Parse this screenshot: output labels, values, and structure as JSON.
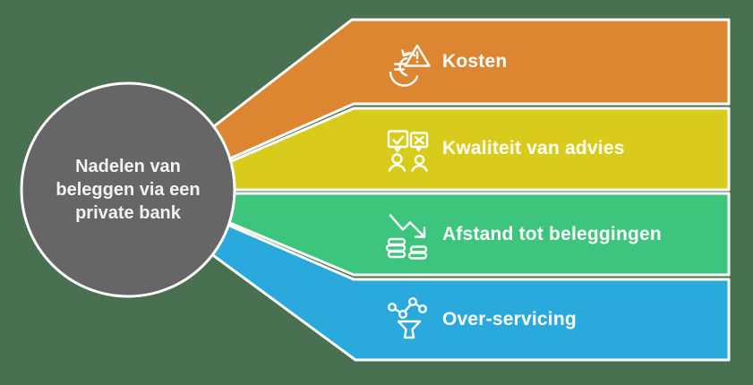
{
  "canvas": {
    "background_color": "#497051"
  },
  "center_node": {
    "label": "Nadelen van beleggen via een private bank",
    "fill_color": "#666666",
    "text_color": "#f2f2f2"
  },
  "bands": [
    {
      "label": "Kosten",
      "color": "#dc8632",
      "icon": "euro-warning-icon"
    },
    {
      "label": "Kwaliteit van advies",
      "color": "#d9cb1b",
      "icon": "advice-check-cross-icon"
    },
    {
      "label": "Afstand tot beleggingen",
      "color": "#3dc47d",
      "icon": "declining-coins-icon"
    },
    {
      "label": "Over-servicing",
      "color": "#29a9dc",
      "icon": "network-funnel-icon"
    }
  ],
  "stroke_color": "#ffffff"
}
